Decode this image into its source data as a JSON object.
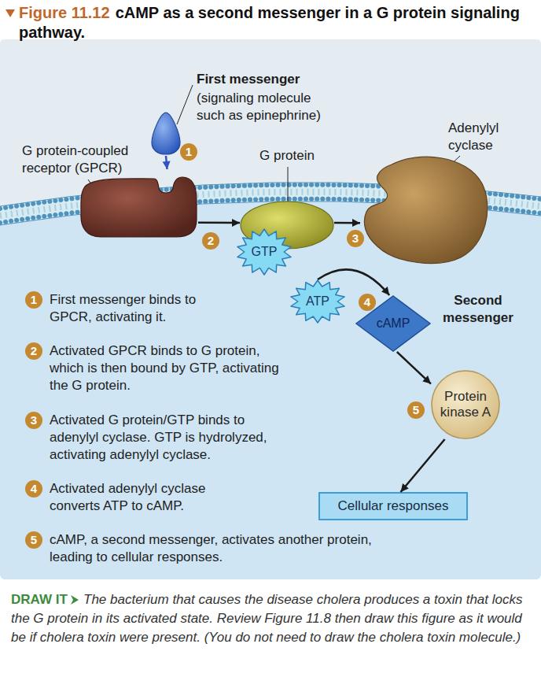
{
  "diagram": {
    "title": "cAMP as a second messenger in a G protein signaling pathway.",
    "caption": "The bacterium that causes the disease cholera produces a toxin that locks the G protein in its activated state. Review Figure 11.8 then draw this figure as it would be if cholera toxin were present. (You do not need to draw the cholera toxin molecule.)",
    "nodes": [
      {
        "text": [
          "First messenger",
          "(signaling molecule such as epinephrine)"
        ]
      },
      {
        "text": [
          "G protein-coupled receptor (GPCR)"
        ]
      },
      {
        "text": [
          "G protein"
        ]
      },
      {
        "text": [
          "GTP"
        ],
        "in": 2
      },
      {
        "text": [
          "Adenylyl cyclase"
        ]
      },
      {
        "text": [
          "ATP"
        ]
      },
      {
        "text": [
          "cAMP"
        ]
      },
      {
        "text": [
          "Protein kinase A"
        ]
      },
      {
        "text": [
          "Cellular responses"
        ]
      }
    ],
    "edges": [
      {
        "from": 0,
        "to": 1,
        "arrow": "to"
      },
      {
        "from": 1,
        "to": 2,
        "arrow": "to"
      },
      {
        "from": 2,
        "to": 4,
        "arrow": "to"
      },
      {
        "from": 5,
        "to": 6,
        "arrow": "to"
      },
      {
        "from": 6,
        "to": 7,
        "arrow": "to"
      },
      {
        "from": 7,
        "to": 8,
        "arrow": "to"
      }
    ],
    "labels": [
      "Figure 11.12",
      "1",
      "2",
      "3",
      "4",
      "Second messenger",
      "5",
      "1",
      "First messenger binds to GPCR, activating it.",
      "2",
      "Activated GPCR binds to G protein, which is then bound by GTP, activating the G protein.",
      "3",
      "Activated G protein/GTP binds to adenylyl cyclase. GTP is hydrolyzed, activating adenylyl cyclase.",
      "4",
      "Activated adenylyl cyclase converts ATP to cAMP.",
      "5",
      "cAMP, a second messenger, activates another protein, leading to cellular responses.",
      "DRAW IT"
    ]
  }
}
